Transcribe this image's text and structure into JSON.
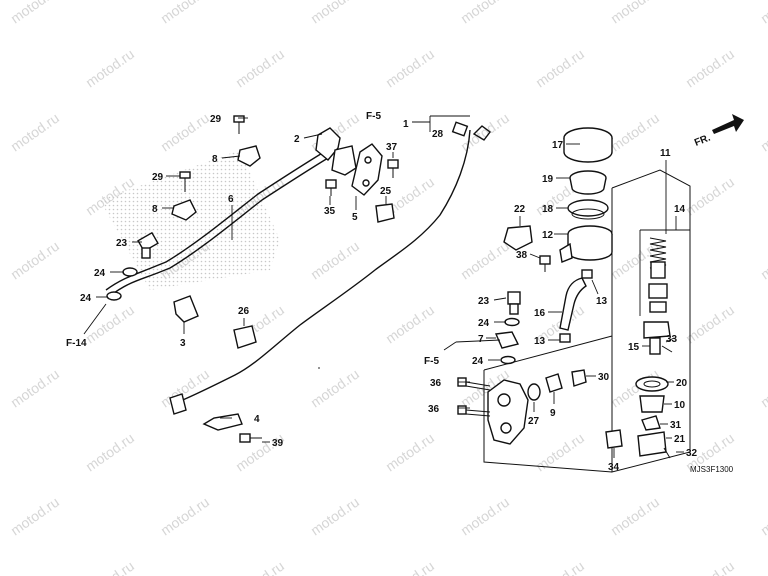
{
  "watermark": "motod.ru",
  "drawing_code": "MJS3F1300",
  "direction_label": "FR.",
  "refs": {
    "f5_top": "F-5",
    "f5_mid": "F-5",
    "f14": "F-14"
  },
  "callouts": {
    "c1": "1",
    "c2": "2",
    "c3": "3",
    "c4": "4",
    "c5": "5",
    "c6": "6",
    "c7": "7",
    "c8a": "8",
    "c8b": "8",
    "c9": "9",
    "c10": "10",
    "c11": "11",
    "c12": "12",
    "c13a": "13",
    "c13b": "13",
    "c14": "14",
    "c15": "15",
    "c16": "16",
    "c17": "17",
    "c18": "18",
    "c19": "19",
    "c20": "20",
    "c21": "21",
    "c22": "22",
    "c23a": "23",
    "c23b": "23",
    "c24a": "24",
    "c24b": "24",
    "c24c": "24",
    "c24d": "24",
    "c25": "25",
    "c26": "26",
    "c27": "27",
    "c28": "28",
    "c29a": "29",
    "c29b": "29",
    "c30": "30",
    "c31": "31",
    "c32": "32",
    "c33": "33",
    "c34": "34",
    "c35": "35",
    "c36a": "36",
    "c36b": "36",
    "c37": "37",
    "c38": "38",
    "c39": "39"
  },
  "colors": {
    "line": "#111111",
    "watermark": "#d6d6d6",
    "background": "#ffffff"
  }
}
